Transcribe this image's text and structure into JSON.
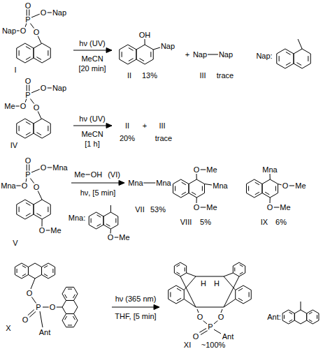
{
  "diagram": {
    "labels": [
      "O",
      "P",
      "O",
      "Nap",
      "Nap",
      "O",
      "O",
      "I",
      "hν (UV)",
      "MeCN",
      "[20 min]",
      "OH",
      "Nap",
      "II",
      "13%",
      "+",
      "Nap",
      "Nap",
      "III",
      "trace",
      "Nap:",
      "O",
      "P",
      "O",
      "Nap",
      "Me",
      "O",
      "O",
      "IV",
      "hν (UV)",
      "MeCN",
      "[1 h]",
      "II",
      "+",
      "III",
      "20%",
      "trace",
      "O",
      "P",
      "O",
      "Mna",
      "Mna",
      "O",
      "O",
      "O",
      "Me",
      "V",
      "Me",
      "OH",
      "(VI)",
      "hν, [5 min]",
      "Mna",
      "Mna",
      "VII",
      "53%",
      "O",
      "Me",
      "Mna",
      "O",
      "Me",
      "VIII",
      "5%",
      "Mna",
      "O",
      "Me",
      "O",
      "Me",
      "IX",
      "6%",
      "Mna:",
      "O",
      "Me",
      "O",
      "P",
      "O",
      "O",
      "Ant",
      "X",
      "hν (365 nm)",
      "THF, [5 min]",
      "H",
      "H",
      "O",
      "O",
      "P",
      "O",
      "Ant",
      "XI",
      "~100%",
      "Ant:"
    ]
  }
}
